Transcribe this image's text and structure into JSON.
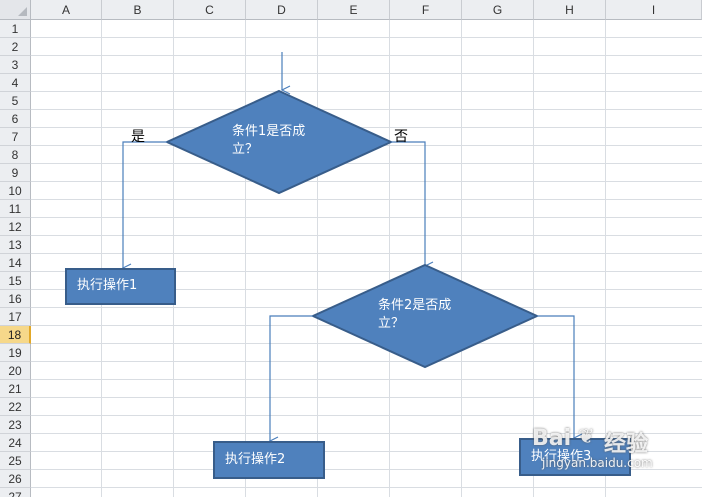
{
  "sheet": {
    "columns": [
      "A",
      "B",
      "C",
      "D",
      "E",
      "F",
      "G",
      "H",
      "I"
    ],
    "rows": [
      "1",
      "2",
      "3",
      "4",
      "5",
      "6",
      "7",
      "8",
      "9",
      "10",
      "11",
      "12",
      "13",
      "14",
      "15",
      "16",
      "17",
      "18",
      "19",
      "20",
      "21",
      "22",
      "23",
      "24",
      "25",
      "26",
      "27"
    ],
    "selected_row": "18"
  },
  "flowchart": {
    "decision1_line1": "条件1是否成",
    "decision1_line2": "立？",
    "yes_label": "是",
    "no_label": "否",
    "decision2_line1": "条件2是否成",
    "decision2_line2": "立？",
    "action1": "执行操作1",
    "action2": "执行操作2",
    "action3": "执行操作3"
  },
  "colors": {
    "shape_fill": "#4f81bd",
    "shape_border": "#385d8a",
    "connector": "#4a7ebb"
  },
  "watermark": {
    "brand": "Bai",
    "brand_cn": "经验",
    "url": "jingyan.baidu.com"
  }
}
